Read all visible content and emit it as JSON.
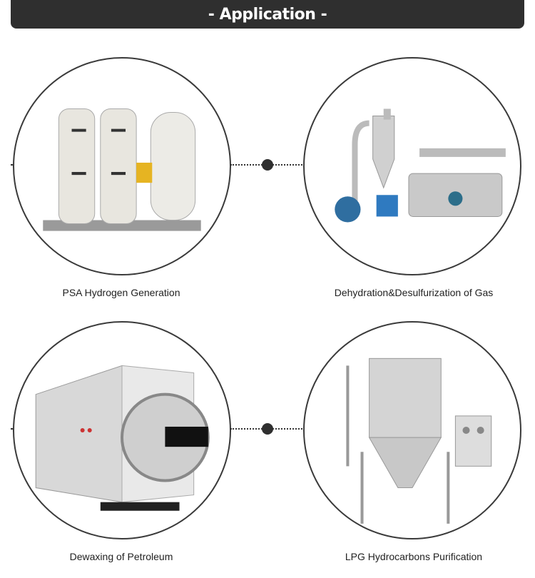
{
  "header": {
    "title": "- Application -"
  },
  "applications": [
    {
      "label": "PSA Hydrogen Generation"
    },
    {
      "label": "Dehydration&Desulfurization of Gas"
    },
    {
      "label": "Dewaxing of Petroleum"
    },
    {
      "label": "LPG Hydrocarbons Purification"
    }
  ]
}
